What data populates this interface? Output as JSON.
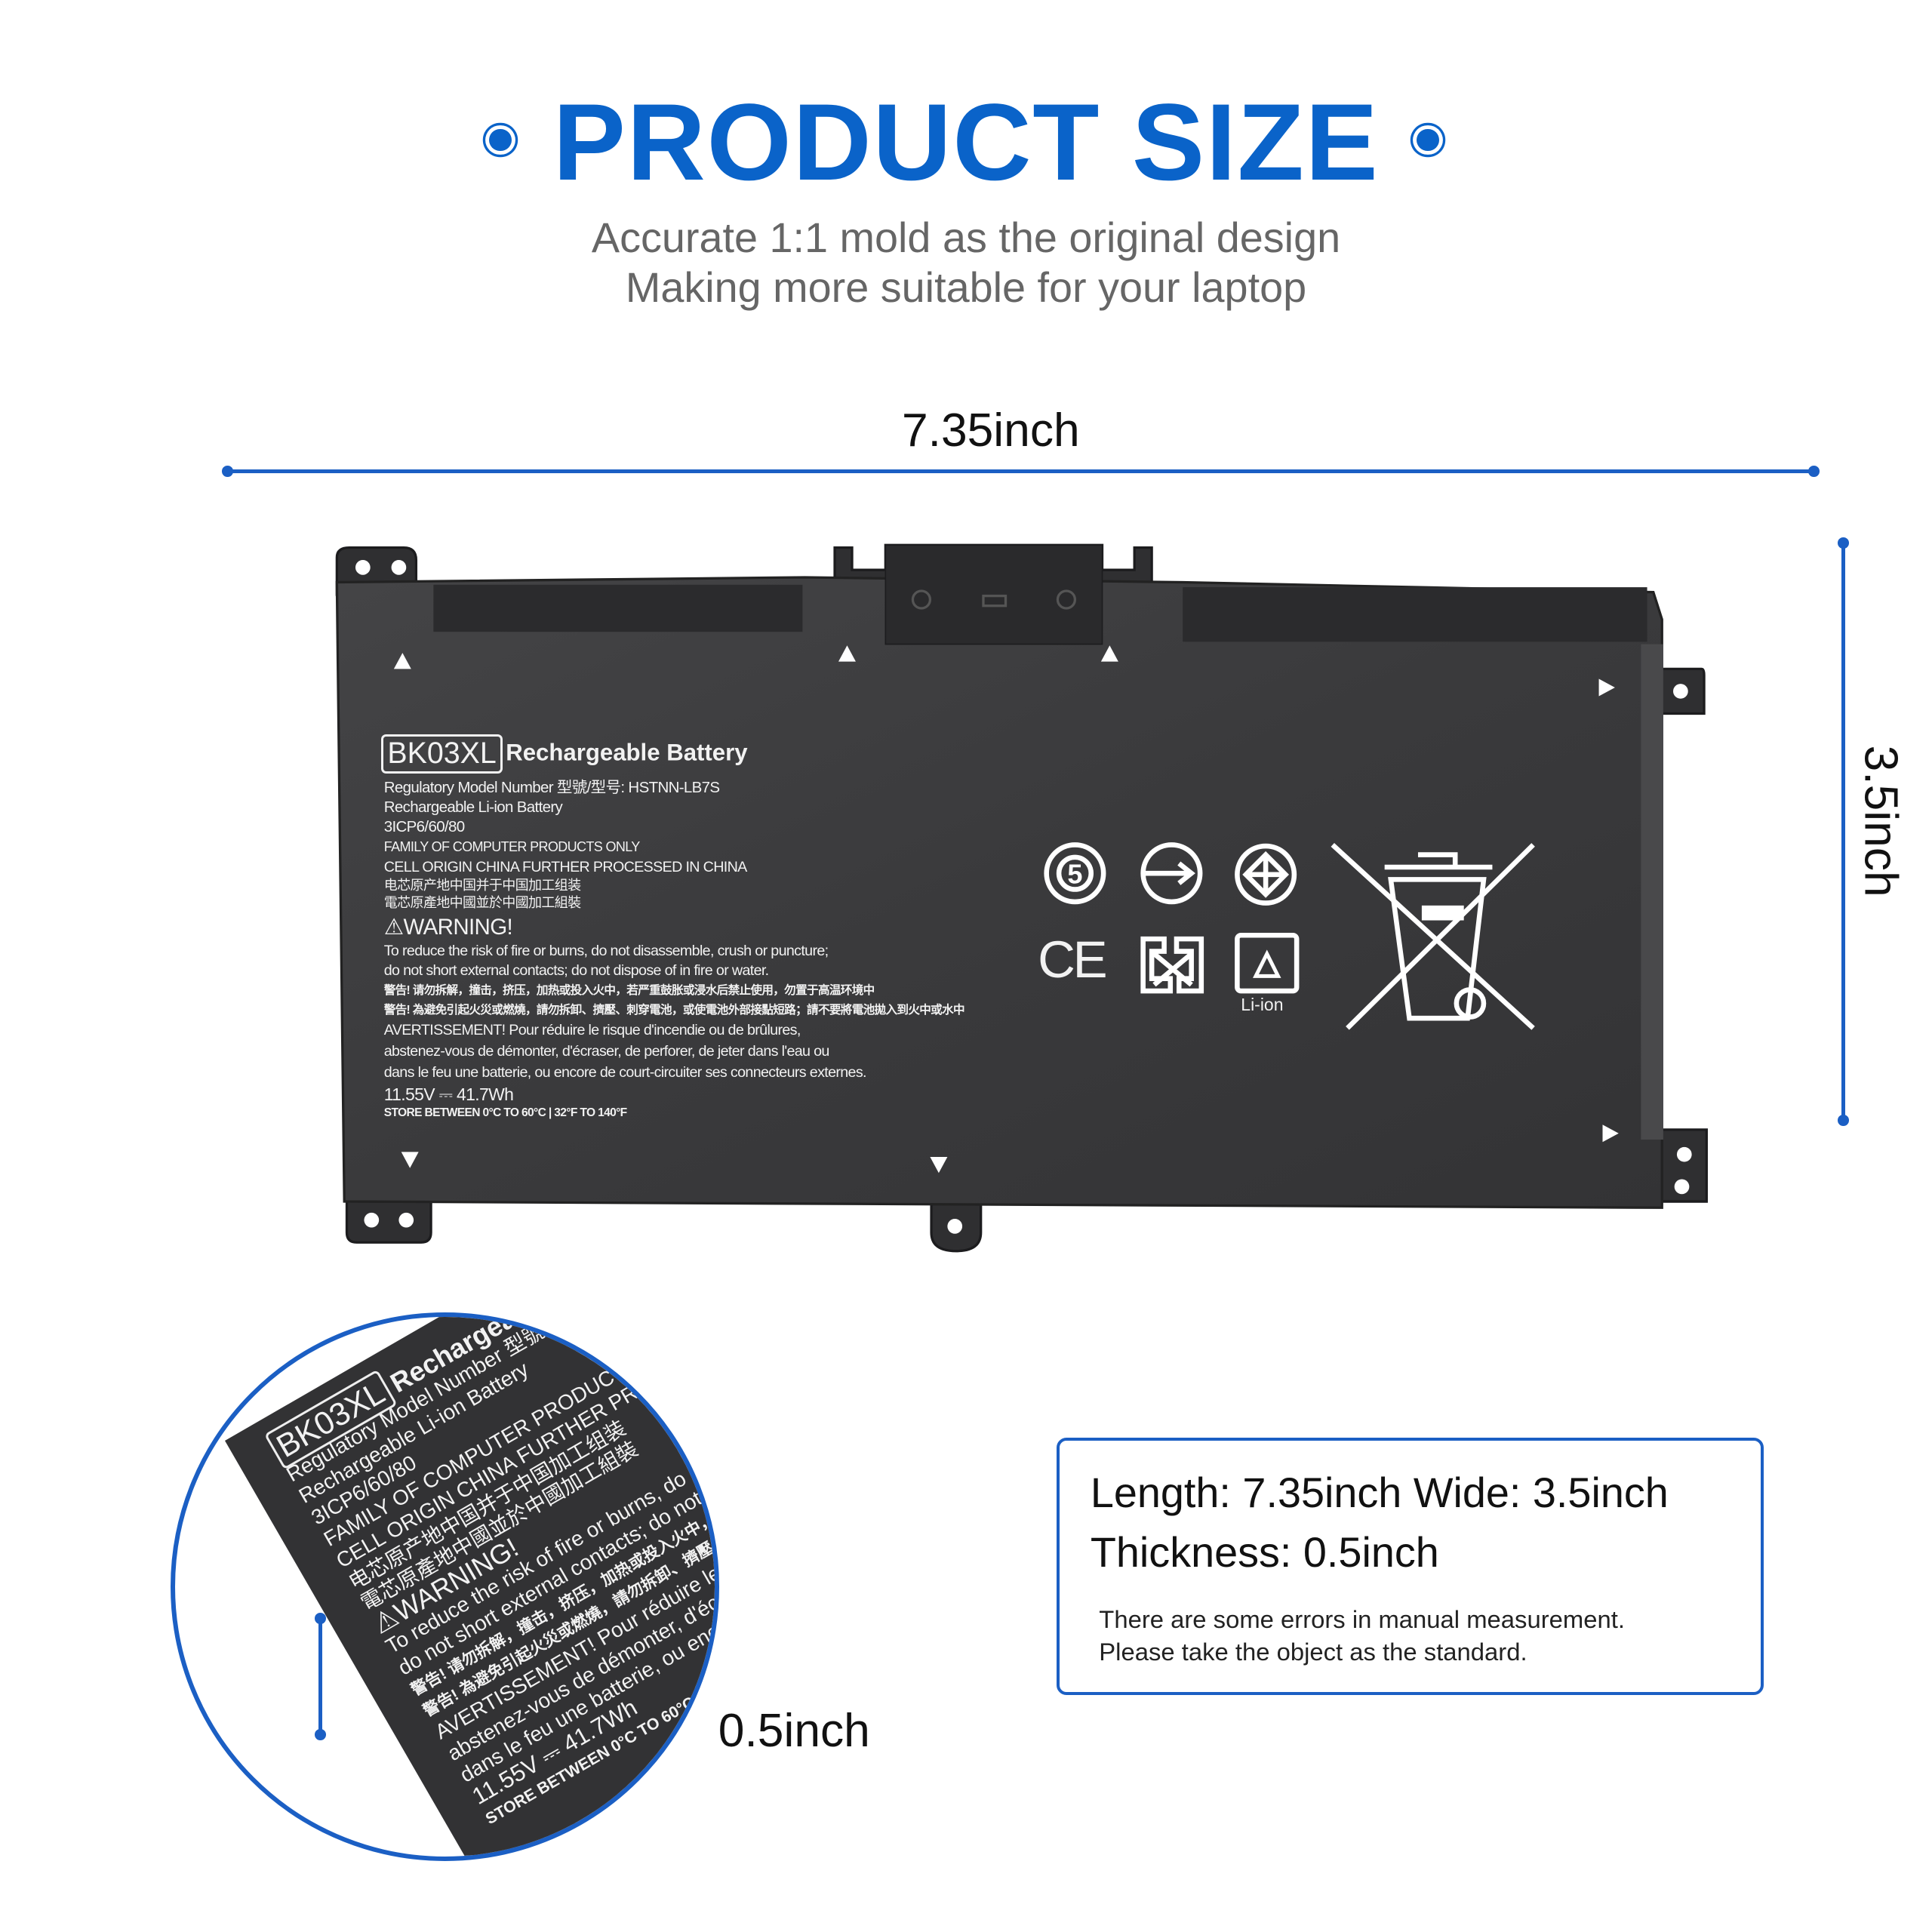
{
  "header": {
    "title": "PRODUCT SIZE",
    "subtitle_lines": [
      "Accurate 1:1 mold as the original design",
      "Making more suitable for your laptop"
    ]
  },
  "dimensions": {
    "length": "7.35inch",
    "width": "3.5inch",
    "thickness": "0.5inch"
  },
  "battery_label": {
    "model": "BK03XL",
    "title": "Rechargeable Battery",
    "lines": [
      "Regulatory Model Number 型號/型号: HSTNN-LB7S",
      "Rechargeable Li-ion Battery",
      "3ICP6/60/80",
      "FAMILY OF COMPUTER PRODUCTS ONLY",
      "CELL ORIGIN CHINA FURTHER PROCESSED IN CHINA",
      "电芯原产地中国并于中国加工组装",
      "電芯原產地中國並於中國加工組裝"
    ],
    "warning": "WARNING!",
    "warning_lines": [
      "To reduce the risk of fire or burns, do not disassemble, crush or puncture;",
      "do not short external contacts; do not dispose of in fire or water.",
      "警告! 请勿拆解，撞击，挤压，加热或投入火中，若严重鼓胀或浸水后禁止使用，勿置于高温环境中",
      "警告! 為避免引起火災或燃燒，請勿拆卸、擠壓、刺穿電池，或使電池外部接點短路；請不要將電池拋入到火中或水中",
      "AVERTISSEMENT! Pour réduire le risque d'incendie ou de brûlures,",
      "abstenez-vous de démonter, d'écraser, de perforer, de jeter dans l'eau ou",
      "dans le feu une batterie, ou encore de court-circuiter ses connecteurs externes."
    ],
    "rating": "11.55V ⎓ 41.7Wh",
    "storage": "STORE BETWEEN  0°C TO  60°C | 32°F  TO 140°F",
    "ce_mark": "CE",
    "li_ion": "Li-ion",
    "icons": [
      "epup-5-icon",
      "arrow-circle-icon",
      "diamond-circle-icon",
      "ce-mark-icon",
      "taiwan-recycle-icon",
      "recycle-icon",
      "crossed-bin-icon"
    ]
  },
  "info_box": {
    "line1": "Length: 7.35inch Wide: 3.5inch",
    "line2": "Thickness: 0.5inch",
    "note_lines": [
      "There are some errors in manual measurement.",
      "Please take the object as the standard."
    ]
  },
  "colors": {
    "accent": "#0a63c9",
    "line": "#1b5fc4",
    "subtitle": "#666666",
    "battery": "#3b3b3d"
  }
}
